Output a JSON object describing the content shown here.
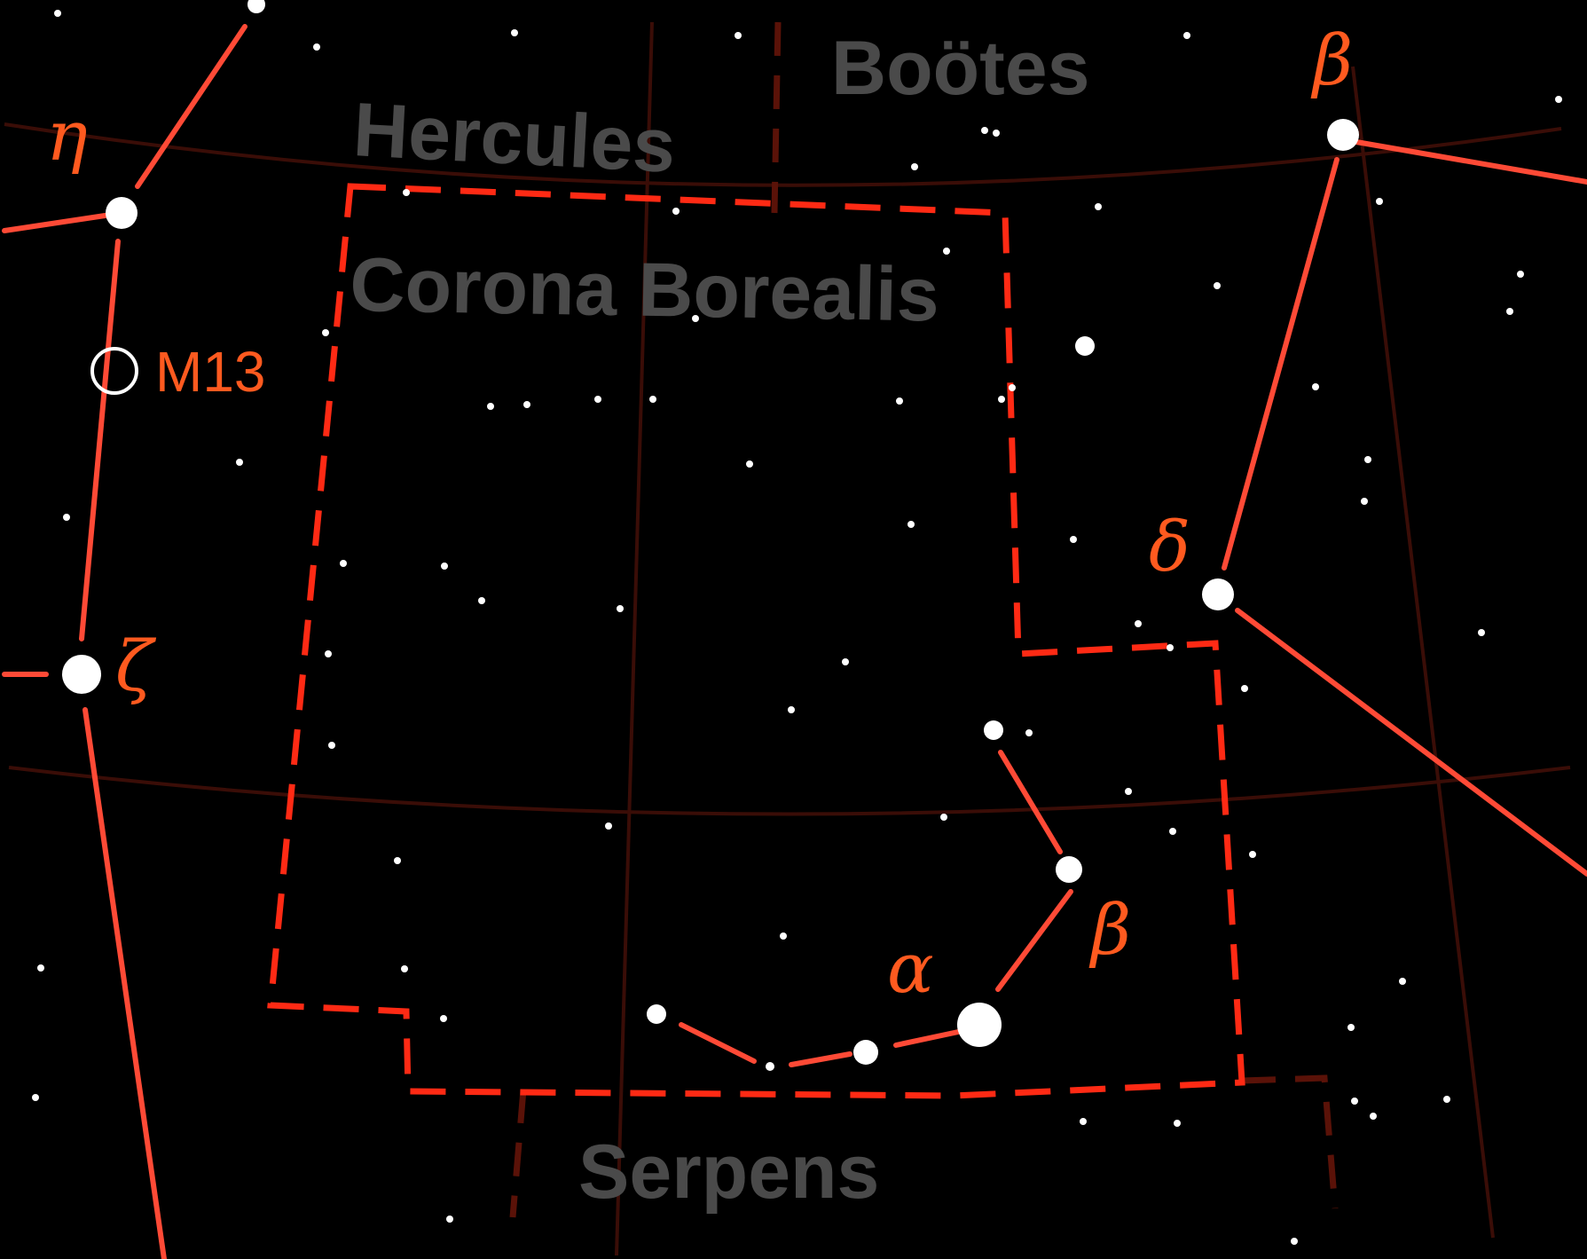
{
  "constellations": {
    "hercules": "Hercules",
    "bootes": "Boötes",
    "corona_borealis": "Corona Borealis",
    "serpens": "Serpens"
  },
  "star_labels": {
    "eta_her": "η",
    "zeta_her": "ζ",
    "beta_boo": "β",
    "delta_boo": "δ",
    "alpha_crb": "α",
    "beta_crb": "β"
  },
  "deep_sky": {
    "m13": "M13"
  },
  "colors": {
    "background": "#000000",
    "grid": "#3a0d07",
    "stick_figure": "#ff4a36",
    "boundary_main": "#ff2a14",
    "boundary_other": "#5a1208",
    "label": "#ff5a1f",
    "constellation_name": "#4a4a4a",
    "star": "#ffffff"
  }
}
